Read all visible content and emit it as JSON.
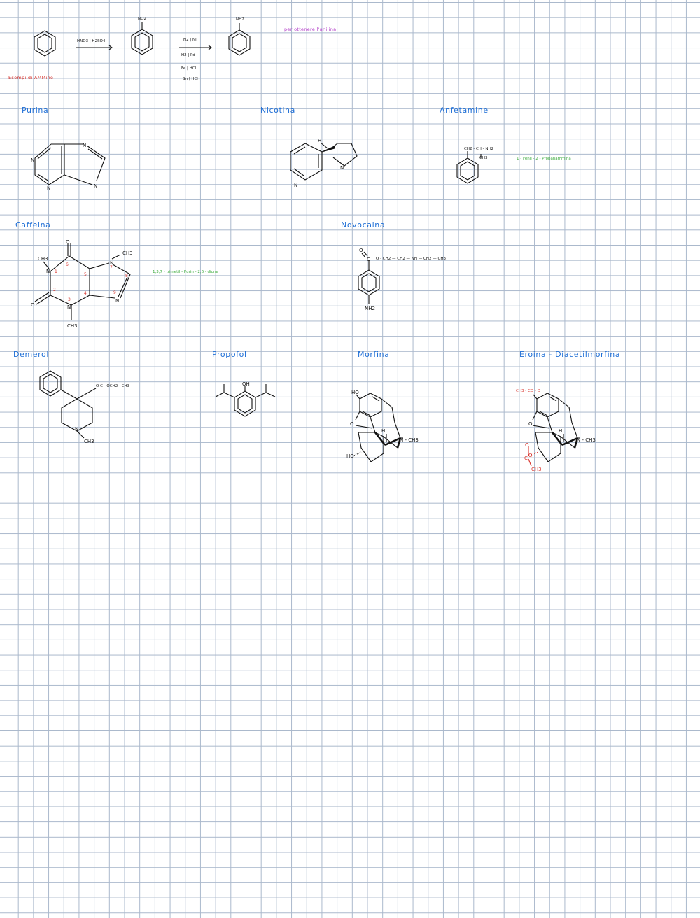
{
  "reaction": {
    "reagent_1": "HNO3 | H2SO4",
    "reagent_2": [
      "H2 | Ni",
      "H2 | Pd",
      "Fe | HCl",
      "Sn | HCl"
    ],
    "nitro_label": "NO2",
    "amine_label": "NH2",
    "note": "per ottenere l'anilina"
  },
  "section_title": "Esempi di AMMine",
  "molecules": {
    "purina": {
      "title": "Purina",
      "atoms": [
        "N",
        "N",
        "N",
        "N"
      ]
    },
    "nicotina": {
      "title": "Nicotina",
      "atoms": [
        "H",
        "N",
        "N"
      ]
    },
    "anfetamine": {
      "title": "Anfetamine",
      "formula": "CH2 - CH - NH2",
      "methyl": "CH3",
      "iupac": "1 - Fenil - 2 - Propanammina"
    },
    "caffeina": {
      "title": "Caffeina",
      "iupac": "1,3,7 - trimetil - Purin - 2,6 - dione",
      "atoms": [
        "O",
        "O",
        "N",
        "N",
        "N",
        "N",
        "CH3",
        "CH3",
        "CH3"
      ],
      "numbers": [
        "1",
        "2",
        "3",
        "4",
        "5",
        "6",
        "7",
        "8",
        "9"
      ]
    },
    "novocaina": {
      "title": "Novocaina",
      "chain": "O - CH2 — CH2 — NH — CH2 — CH3",
      "atoms": [
        "O",
        "C",
        "NH2"
      ]
    },
    "demerol": {
      "title": "Demerol",
      "ester": "O C - OCH2 - CH3",
      "atoms": [
        "N",
        "CH3"
      ]
    },
    "propofol": {
      "title": "Propofol",
      "atoms": [
        "OH"
      ]
    },
    "morfina": {
      "title": "Morfina",
      "atoms": [
        "HO",
        "O",
        "H",
        "N - CH3",
        "HO"
      ]
    },
    "eroina": {
      "title": "Eroina - Diacetilmorfina",
      "acetyl_top": "CH3 - CO - O",
      "atoms": [
        "O",
        "H",
        "N - CH3",
        "O",
        "C",
        "O",
        "CH3"
      ]
    }
  }
}
